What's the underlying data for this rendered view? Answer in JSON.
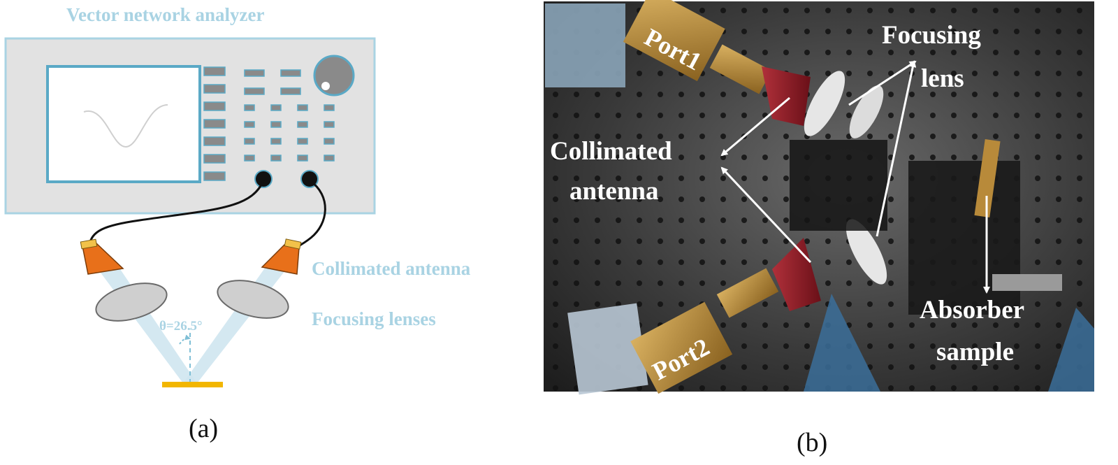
{
  "panel_a": {
    "title": "Vector network analyzer",
    "antenna_label": "Collimated antenna",
    "lens_label": "Focusing lenses",
    "angle_label": "θ=26.5°",
    "caption": "(a)"
  },
  "panel_b": {
    "port1": "Port1",
    "port2": "Port2",
    "focusing_lens_line1": "Focusing",
    "focusing_lens_line2": "lens",
    "collimated_line1": "Collimated",
    "collimated_line2": "antenna",
    "absorber_line1": "Absorber",
    "absorber_line2": "sample",
    "caption": "(b)"
  },
  "colors": {
    "vna_body": "#e2e2e2",
    "vna_border": "#a9d3e3",
    "screen_border": "#5aa9c6",
    "antenna": "#e8701a",
    "beam": "#cfe6f0",
    "sample": "#f2b600",
    "photo_bg": "#3c3c3c",
    "horn": "#8c1c24",
    "brass": "#b88a3a"
  }
}
